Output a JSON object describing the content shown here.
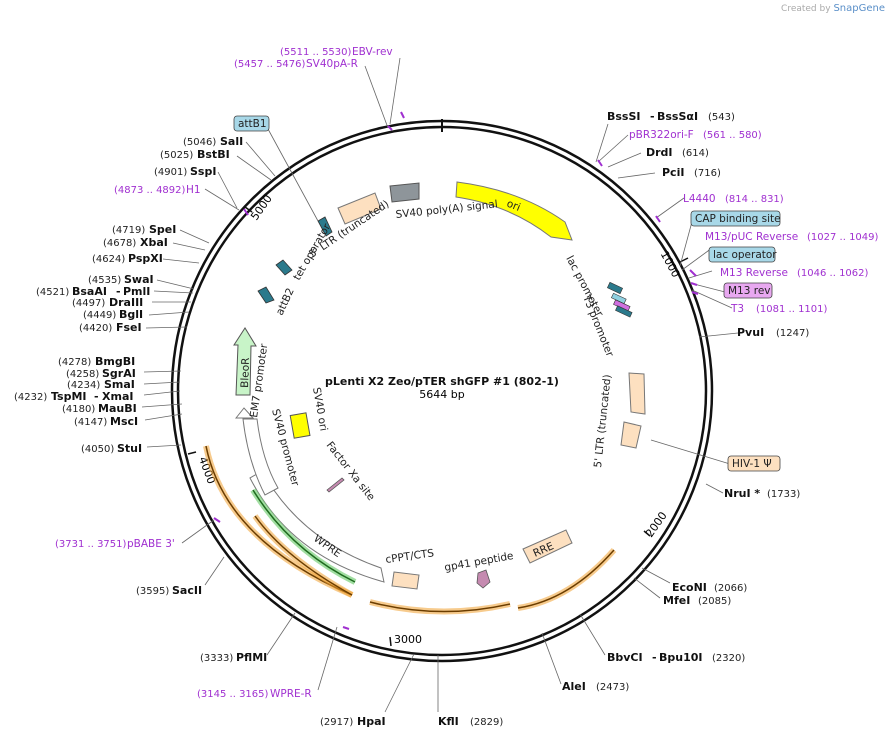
{
  "brand": {
    "created_by": "Created by",
    "name": "SnapGene"
  },
  "plasmid": {
    "name": "pLenti X2 Zeo/pTER shGFP #1 (802-1)",
    "size": "5644 bp"
  },
  "scale_marks": [
    "1000",
    "2000",
    "3000",
    "4000",
    "5000"
  ],
  "enzymes": [
    {
      "name": "BssSI",
      "alt": "BssSαI",
      "pos": "(543)"
    },
    {
      "name": "DrdI",
      "pos": "(614)"
    },
    {
      "name": "PciI",
      "pos": "(716)"
    },
    {
      "name": "PvuI",
      "pos": "(1247)"
    },
    {
      "name": "NruI *",
      "pos": "(1733)"
    },
    {
      "name": "EcoNI",
      "pos": "(2066)"
    },
    {
      "name": "MfeI",
      "pos": "(2085)"
    },
    {
      "name": "BbvCI",
      "alt": "Bpu10I",
      "pos": "(2320)"
    },
    {
      "name": "AleI",
      "pos": "(2473)"
    },
    {
      "name": "KflI",
      "pos": "(2829)"
    },
    {
      "name": "HpaI",
      "pos": "(2917)"
    },
    {
      "name": "PflMI",
      "pos": "(3333)"
    },
    {
      "name": "SacII",
      "pos": "(3595)"
    },
    {
      "name": "StuI",
      "pos": "(4050)"
    },
    {
      "name": "MscI",
      "pos": "(4147)"
    },
    {
      "name": "MauBI",
      "pos": "(4180)"
    },
    {
      "name": "TspMI",
      "alt": "XmaI",
      "pos": "(4232)"
    },
    {
      "name": "SmaI",
      "pos": "(4234)"
    },
    {
      "name": "SgrAI",
      "pos": "(4258)"
    },
    {
      "name": "BmgBI",
      "pos": "(4278)"
    },
    {
      "name": "FseI",
      "pos": "(4420)"
    },
    {
      "name": "BglI",
      "pos": "(4449)"
    },
    {
      "name": "DraIII",
      "pos": "(4497)"
    },
    {
      "name": "BsaAI",
      "alt": "PmlI",
      "pos": "(4521)"
    },
    {
      "name": "SwaI",
      "pos": "(4535)"
    },
    {
      "name": "PspXI",
      "pos": "(4624)"
    },
    {
      "name": "XbaI",
      "pos": "(4678)"
    },
    {
      "name": "SpeI",
      "pos": "(4719)"
    },
    {
      "name": "SspI",
      "pos": "(4901)"
    },
    {
      "name": "BstBI",
      "pos": "(5025)"
    },
    {
      "name": "SalI",
      "pos": "(5046)"
    }
  ],
  "primers": [
    {
      "name": "EBV-rev",
      "range": "(5511 .. 5530)"
    },
    {
      "name": "SV40pA-R",
      "range": "(5457 .. 5476)"
    },
    {
      "name": "pBR322ori-F",
      "range": "(561 .. 580)"
    },
    {
      "name": "L4440",
      "range": "(814 .. 831)"
    },
    {
      "name": "M13/pUC Reverse",
      "range": "(1027 .. 1049)"
    },
    {
      "name": "M13 Reverse",
      "range": "(1046 .. 1062)"
    },
    {
      "name": "T3",
      "range": "(1081 .. 1101)"
    },
    {
      "name": "pBABE 3'",
      "range": "(3731 .. 3751)"
    },
    {
      "name": "WPRE-R",
      "range": "(3145 .. 3165)"
    },
    {
      "name": "H1",
      "range": "(4873 .. 4892)"
    }
  ],
  "boxed_features": [
    {
      "name": "attB1",
      "color": "#a8d8e8"
    },
    {
      "name": "CAP binding site",
      "color": "#a8d8e8"
    },
    {
      "name": "lac operator",
      "color": "#a8d8e8"
    },
    {
      "name": "M13 rev",
      "color": "#e8a8f0"
    },
    {
      "name": "HIV-1 Ψ",
      "color": "#fde0c0"
    }
  ],
  "features": [
    "ori",
    "SV40 poly(A) signal",
    "5' LTR (truncated)",
    "tet operator",
    "attB2",
    "lac promoter",
    "T3 promoter",
    "5' LTR (truncated)",
    "RRE",
    "gp41 peptide",
    "cPPT/CTS",
    "WPRE",
    "Factor Xa site",
    "SV40 ori",
    "SV40 promoter",
    "EM7 promoter",
    "BleoR"
  ],
  "colors": {
    "ori": "#ffff00",
    "peach": "#fde0c0",
    "teal": "#2b7a8c",
    "green": "#2a9a2a",
    "orange": "#f0a030",
    "purple": "#a030d0"
  }
}
